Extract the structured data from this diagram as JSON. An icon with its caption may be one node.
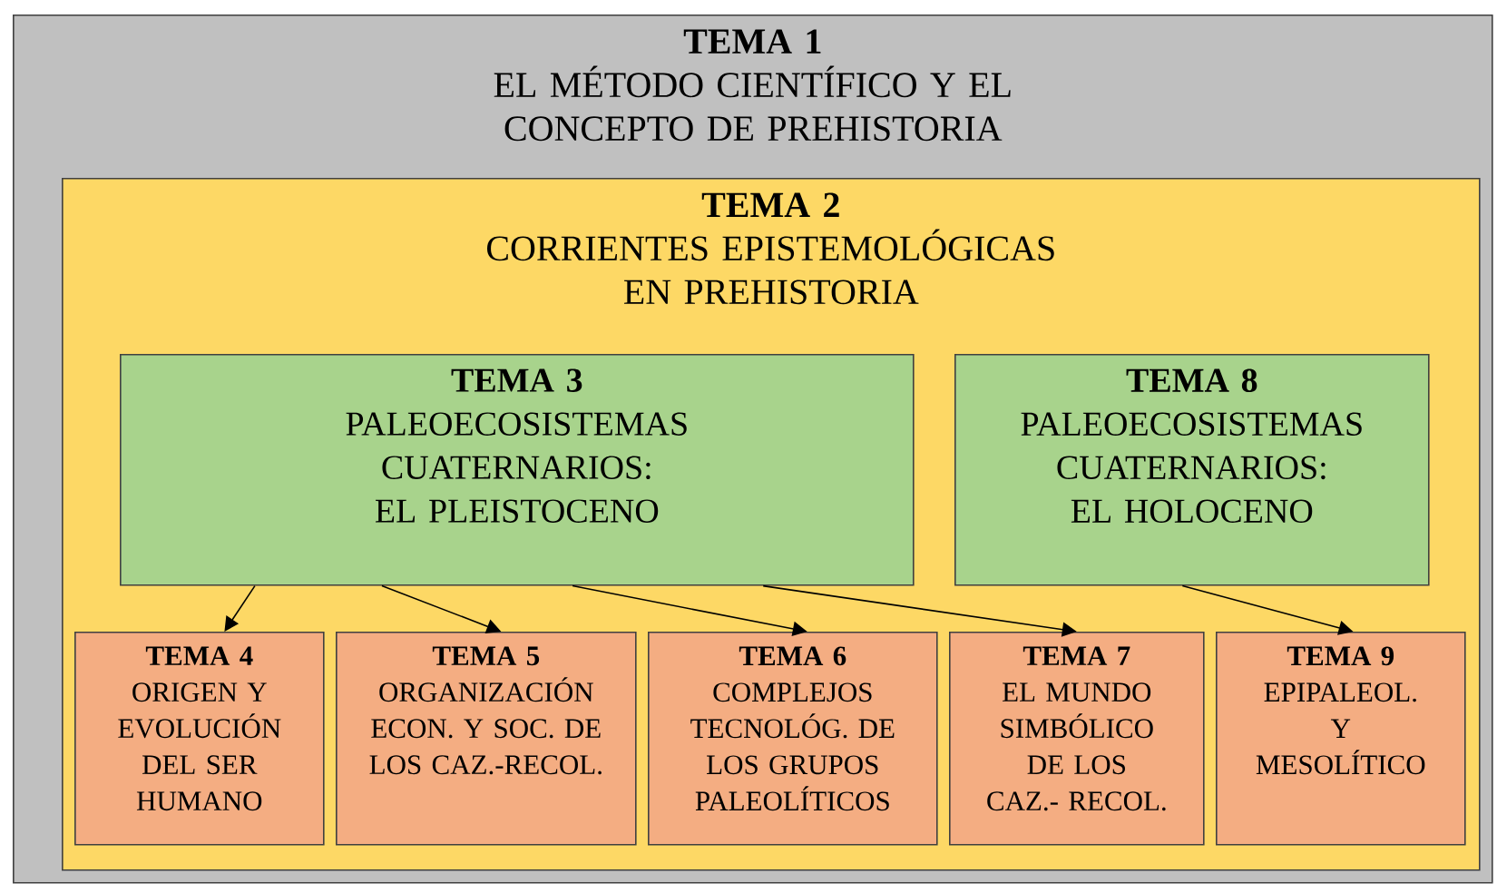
{
  "diagram": {
    "nodes": [
      {
        "text": [
          "TEMA 1",
          "EL MÉTODO CIENTÍFICO Y EL CONCEPTO DE PREHISTORIA"
        ]
      },
      {
        "text": [
          "TEMA 2",
          "CORRIENTES EPISTEMOLÓGICAS EN PREHISTORIA"
        ],
        "in": 0
      },
      {
        "text": [
          "TEMA 3",
          "PALEOECOSISTEMAS CUATERNARIOS: EL PLEISTOCENO"
        ],
        "in": 1
      },
      {
        "text": [
          "TEMA 8",
          "PALEOECOSISTEMAS CUATERNARIOS: EL HOLOCENO"
        ],
        "in": 1
      },
      {
        "text": [
          "TEMA 4",
          "ORIGEN Y EVOLUCIÓN DEL SER HUMANO"
        ],
        "in": 1
      },
      {
        "text": [
          "TEMA 5",
          "ORGANIZACIÓN ECON. Y SOC. DE LOS CAZ.-RECOL."
        ],
        "in": 1
      },
      {
        "text": [
          "TEMA 6",
          "COMPLEJOS TECNOLÓG. DE LOS GRUPOS PALEOLÍTICOS"
        ],
        "in": 1
      },
      {
        "text": [
          "TEMA 7",
          "EL MUNDO SIMBÓLICO DE LOS CAZ.- RECOL."
        ],
        "in": 1
      },
      {
        "text": [
          "TEMA 9",
          "EPIPALEOL. Y MESOLÍTICO"
        ],
        "in": 1
      }
    ],
    "edges": [
      {
        "from": 2,
        "to": 4,
        "arrow": "to"
      },
      {
        "from": 2,
        "to": 5,
        "arrow": "to"
      },
      {
        "from": 2,
        "to": 6,
        "arrow": "to"
      },
      {
        "from": 2,
        "to": 7,
        "arrow": "to"
      },
      {
        "from": 3,
        "to": 8,
        "arrow": "to"
      }
    ]
  }
}
